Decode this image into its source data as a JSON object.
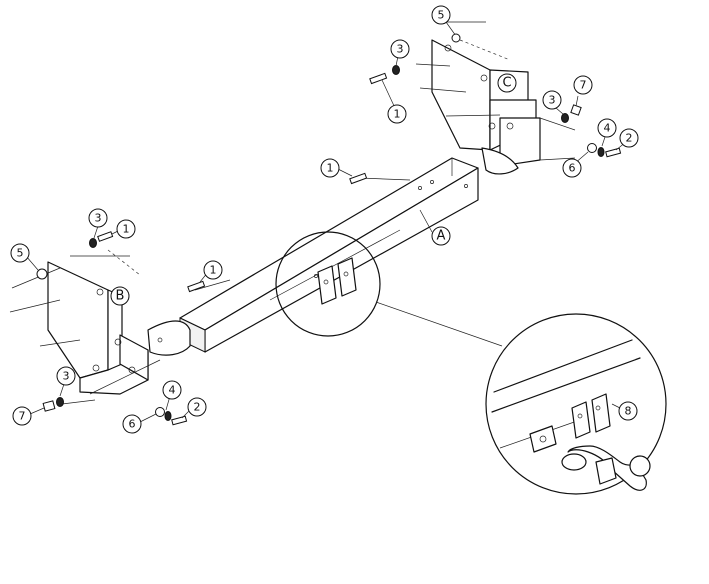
{
  "diagram": {
    "part_letters": [
      "A",
      "B",
      "C"
    ],
    "callouts": [
      "1",
      "2",
      "3",
      "4",
      "5",
      "6",
      "7",
      "8"
    ],
    "labels": {
      "c5_top": "5",
      "c3_top": "3",
      "c1_top": "1",
      "cC": "C",
      "c7_top": "7",
      "c3_right": "3",
      "c4_right": "4",
      "c2_right": "2",
      "c6_right": "6",
      "c1_mid": "1",
      "cA": "A",
      "c3_left": "3",
      "c1_left": "1",
      "c5_left": "5",
      "cB": "B",
      "c1_center": "1",
      "c3_bottom": "3",
      "c7_bottom": "7",
      "c4_bottom": "4",
      "c6_bottom": "6",
      "c2_bottom": "2",
      "c8_detail": "8"
    }
  }
}
